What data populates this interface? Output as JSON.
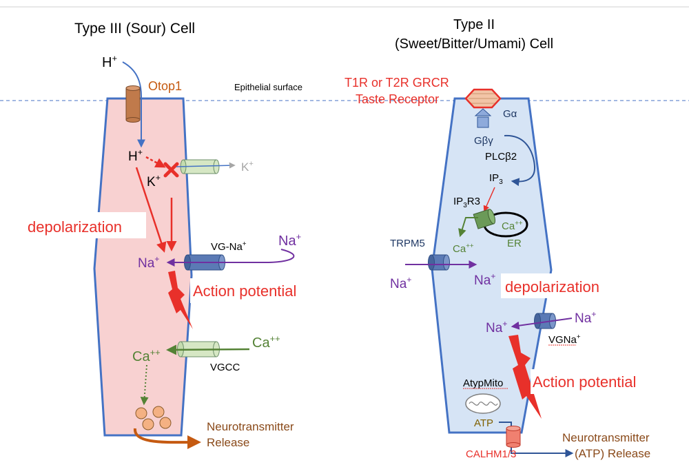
{
  "left_cell": {
    "title": "Type III (Sour) Cell",
    "h_plus_top": "H",
    "otop1": "Otop1",
    "epithelial_surface": "Epithelial surface",
    "h_plus_inside": "H",
    "k_plus_inside": "K",
    "k_plus_outside": "K",
    "depolarization": "depolarization",
    "vg_na": "VG-Na",
    "na_outside": "Na",
    "na_inside": "Na",
    "action_potential": "Action potential",
    "ca_inside": "Ca",
    "ca_outside": "Ca",
    "vgcc": "VGCC",
    "neurotransmitter_line1": "Neurotransmitter",
    "neurotransmitter_line2": "Release"
  },
  "right_cell": {
    "title_line1": "Type II",
    "title_line2": "(Sweet/Bitter/Umami) Cell",
    "receptor_line1": "T1R or T2R GRCR",
    "receptor_line2": "Taste Receptor",
    "g_alpha": "Gα",
    "g_beta_gamma": "Gβγ",
    "plcb2": "PLCβ2",
    "ip3_base": "IP",
    "ip3_sub": "3",
    "ip3r3_a": "IP",
    "ip3r3_sub": "3",
    "ip3r3_b": "R3",
    "ca_er": "Ca",
    "er": "ER",
    "ca_cyto": "Ca",
    "trpm5": "TRPM5",
    "na_outside": "Na",
    "na_inside": "Na",
    "depolarization": "depolarization",
    "na_out2": "Na",
    "na_in2": "Na",
    "vgna": "VGNa",
    "action_potential": "Action potential",
    "atypmito": "AtypMito",
    "atp": "ATP",
    "calhm": "CALHM1/3",
    "neurotransmitter_line1": "Neurotransmitter",
    "neurotransmitter_line2": "(ATP) Release"
  },
  "superscripts": {
    "plus": "+",
    "plusplus": "++"
  },
  "colors": {
    "cell_border": "#4472c4",
    "left_fill": "#f8d1d1",
    "right_fill": "#d6e4f5",
    "red": "#e8302a",
    "purple": "#7030a0",
    "green": "#548235",
    "brown": "#c55a11",
    "navy": "#1f3864",
    "gray": "#a6a6a6",
    "otop": "#c07a4b"
  }
}
